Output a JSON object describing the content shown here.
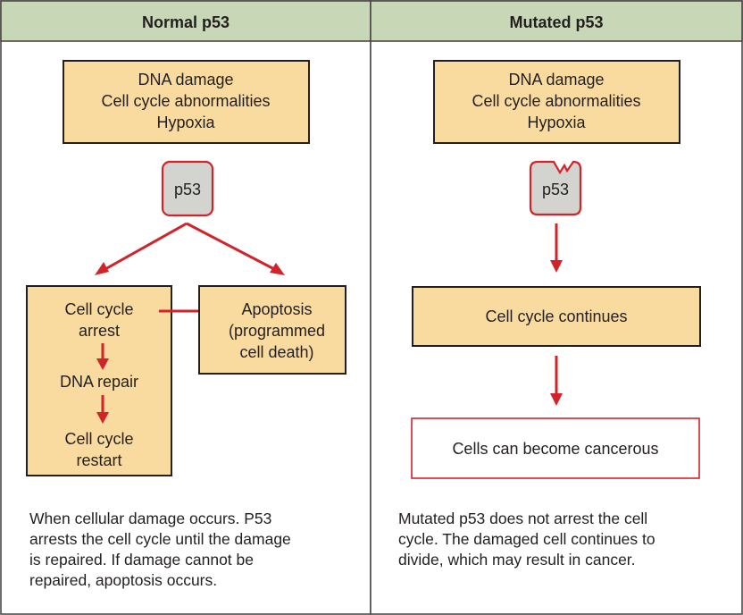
{
  "colors": {
    "header_bg": "#c8d8b6",
    "box_fill": "#fadb9f",
    "arrow": "#d2232a",
    "p53_fill": "#d3d3cf"
  },
  "normal": {
    "header": "Normal p53",
    "trigger": [
      "DNA damage",
      "Cell cycle abnormalities",
      "Hypoxia"
    ],
    "p53_label": "p53",
    "arrest": [
      "Cell cycle",
      "arrest"
    ],
    "repair": "DNA repair",
    "restart": [
      "Cell cycle",
      "restart"
    ],
    "apoptosis": [
      "Apoptosis",
      "(programmed",
      "cell death)"
    ],
    "caption": [
      "When cellular damage occurs. P53",
      "arrests the cell cycle until the damage",
      "is repaired. If damage cannot be",
      "repaired, apoptosis occurs."
    ]
  },
  "mutated": {
    "header": "Mutated p53",
    "trigger": [
      "DNA damage",
      "Cell cycle abnormalities",
      "Hypoxia"
    ],
    "p53_label": "p53",
    "continues": "Cell cycle continues",
    "cancerous": "Cells can become cancerous",
    "caption": [
      "Mutated p53 does not arrest the cell",
      "cycle. The damaged cell continues to",
      "divide, which may result in cancer."
    ]
  }
}
